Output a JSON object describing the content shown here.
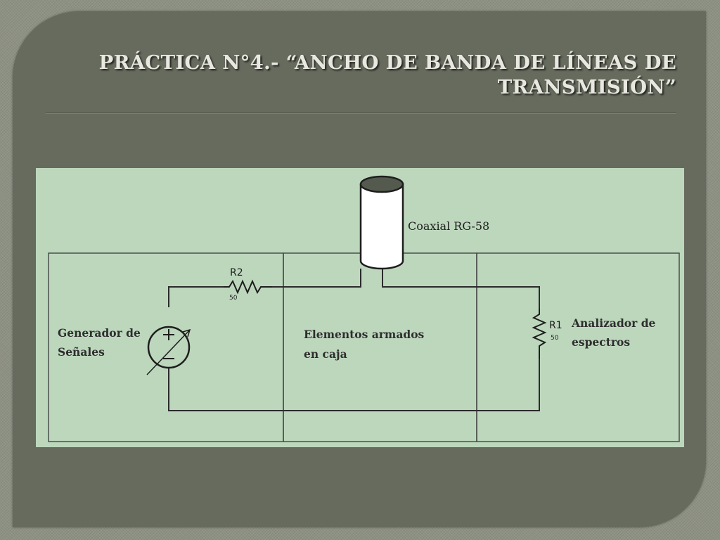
{
  "slide": {
    "title_line1": "PRÁCTICA N°4.- “ANCHO DE BANDA DE LÍNEAS DE",
    "title_line2": "TRANSMISIÓN”"
  },
  "diagram": {
    "cable_label": "Coaxial RG-58",
    "generator": {
      "line1": "Generador de",
      "line2": "Señales"
    },
    "box": {
      "line1": "Elementos armados",
      "line2": "en caja"
    },
    "analyzer": {
      "line1": "Analizador de",
      "line2": "espectros"
    },
    "r2": {
      "ref": "R2",
      "value": "50"
    },
    "r1": {
      "ref": "R1",
      "value": "50"
    },
    "source": {
      "plus": "+",
      "minus": "−"
    }
  }
}
